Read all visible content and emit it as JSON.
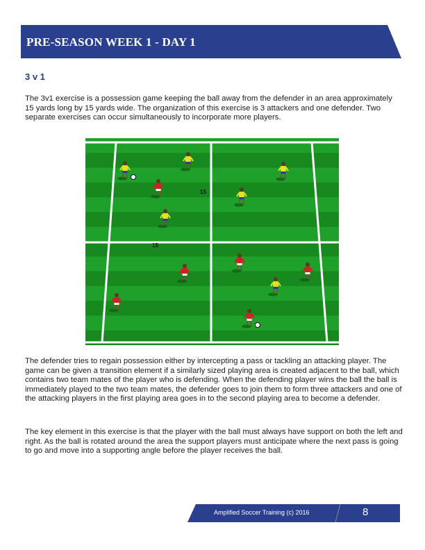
{
  "header": {
    "title": "PRE-SEASON WEEK 1 - DAY 1",
    "color": "#2b3f8f"
  },
  "section": {
    "heading": "3 v 1"
  },
  "paragraphs": [
    "The 3v1 exercise is a possession game keeping the ball away from the defender in an area approximately 15 yards long by 15 yards wide. The organization of this exercise is 3 attackers and one defender. Two separate exercises can occur simultaneously to incorporate more players.",
    "The defender tries to regain possession either by intercepting a pass or tackling an attacking player. The game can be given a transition element if a similarly sized playing area is created adjacent to the ball, which contains two team mates of the player who is defending. When the defending player wins the ball the ball is immediately played to the two team mates, the defender goes to join them to form three attackers and one of the attacking players in the first playing area goes in to the second playing area to become a defender.",
    "The key element in this exercise is that the player with the ball must always have support on both the left and right. As the ball is rotated around the area the support players must anticipate where the next pass is going to go and move into a supporting angle before the player receives the ball."
  ],
  "diagram": {
    "dimension_labels": {
      "right": "15",
      "bottom": "15"
    },
    "pitch_colors": {
      "light": "#1fa02a",
      "dark": "#17891f",
      "lines": "#ffffff"
    },
    "team_colors": {
      "attacker_shirt": "#e8e022",
      "attacker_shorts": "#2a3aa0",
      "defender_shirt": "#d42020",
      "defender_shorts": "#ffffff"
    }
  },
  "footer": {
    "text": "Amplified Soccer Training (c) 2016",
    "page_number": "8"
  }
}
